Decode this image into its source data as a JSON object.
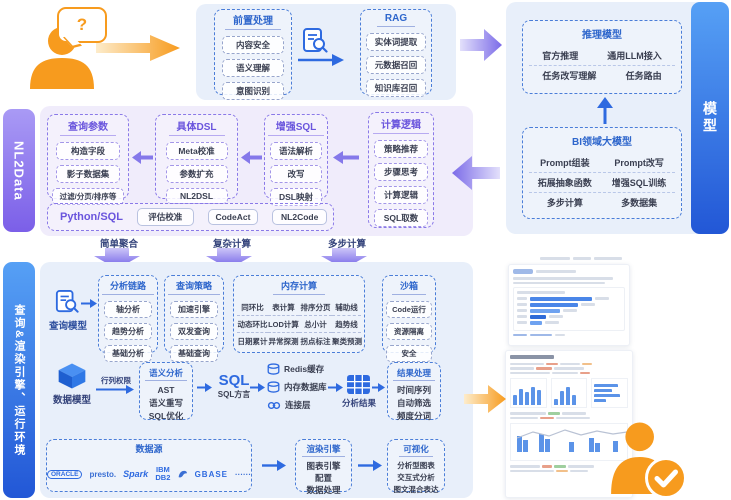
{
  "colors": {
    "primary_blue": "#2E6AE0",
    "panel_blue": "#E8EFFA",
    "purple": "#7B5FE8",
    "panel_purple": "#F0ECFB",
    "orange": "#F79B1E"
  },
  "top": {
    "question_mark": "?",
    "preprocess": {
      "title": "前置处理",
      "items": [
        "内容安全",
        "语义理解",
        "意图识别"
      ]
    },
    "rag": {
      "title": "RAG",
      "items": [
        "实体词提取",
        "元数据召回",
        "知识库召回"
      ]
    }
  },
  "model_panel": {
    "bar_label": "模型",
    "inference": {
      "title": "推理模型",
      "items": [
        "官方推理",
        "通用LLM接入",
        "任务改写理解",
        "任务路由"
      ]
    },
    "bi": {
      "title": "BI领域大模型",
      "items": [
        "Prompt组装",
        "Prompt改写",
        "拓展抽象函数",
        "增强SQL训练",
        "多步计算",
        "多数据集"
      ]
    }
  },
  "nl2data": {
    "bar_label": "NL2Data",
    "query_params": {
      "title": "查询参数",
      "items": [
        "构造字段",
        "影子数据集",
        "过滤/分页/排序等"
      ]
    },
    "dsl": {
      "title": "具体DSL",
      "items": [
        "Meta校准",
        "参数扩充",
        "NL2DSL"
      ]
    },
    "enhanced_sql": {
      "title": "增强SQL",
      "items": [
        "语法解析",
        "改写",
        "DSL映射"
      ]
    },
    "calc_logic": {
      "title": "计算逻辑",
      "items": [
        "策略推荐",
        "步骤思考",
        "计算逻辑",
        "SQL取数"
      ]
    },
    "python_sql": {
      "label": "Python/SQL",
      "items": [
        "评估校准",
        "CodeAct",
        "NL2Code"
      ]
    }
  },
  "flow_labels": [
    "简单聚合",
    "复杂计算",
    "多步计算"
  ],
  "engine": {
    "bar_label": "查询&渲染引擎、运行环境",
    "query_model_label": "查询模型",
    "analysis_chain": {
      "title": "分析链路",
      "items": [
        "轴分析",
        "趋势分析",
        "基础分析"
      ]
    },
    "query_strategy": {
      "title": "查询策略",
      "items": [
        "加速引擎",
        "双发查询",
        "基础查询"
      ]
    },
    "memory_compute": {
      "title": "内存计算",
      "items": [
        "同环比",
        "表计算",
        "排序分页",
        "辅助线",
        "动态环比",
        "LOD计算",
        "总小计",
        "趋势线",
        "日期累计",
        "异常探测",
        "拐点标注",
        "聚类预测"
      ]
    },
    "sandbox": {
      "title": "沙箱",
      "items": [
        "Code运行",
        "资源隔离",
        "安全"
      ]
    },
    "data_model_label": "数据模型",
    "row_col_permission": "行列权限",
    "semantic": {
      "title": "语义分析",
      "items": [
        "AST",
        "语义重写",
        "SQL优化"
      ]
    },
    "sql": {
      "title": "SQL",
      "subtitle": "SQL方言"
    },
    "cache_items": [
      "Redis缓存",
      "内存数据库",
      "连接层"
    ],
    "analysis_result_label": "分析结果",
    "result_process": {
      "title": "结果处理",
      "items": [
        "时间序列",
        "自动筛选",
        "频度分词"
      ]
    },
    "datasource": {
      "title": "数据源",
      "logos": [
        "ORACLE",
        "presto.",
        "Spark",
        "IBM DB2",
        "GBASE",
        "······"
      ]
    },
    "render_engine": {
      "title": "渲染引擎",
      "items": [
        "图表引擎",
        "配置",
        "数据处理"
      ]
    },
    "visualization": {
      "title": "可视化",
      "items": [
        "分析型图表",
        "交互式分析",
        "图文混合表达"
      ]
    }
  }
}
